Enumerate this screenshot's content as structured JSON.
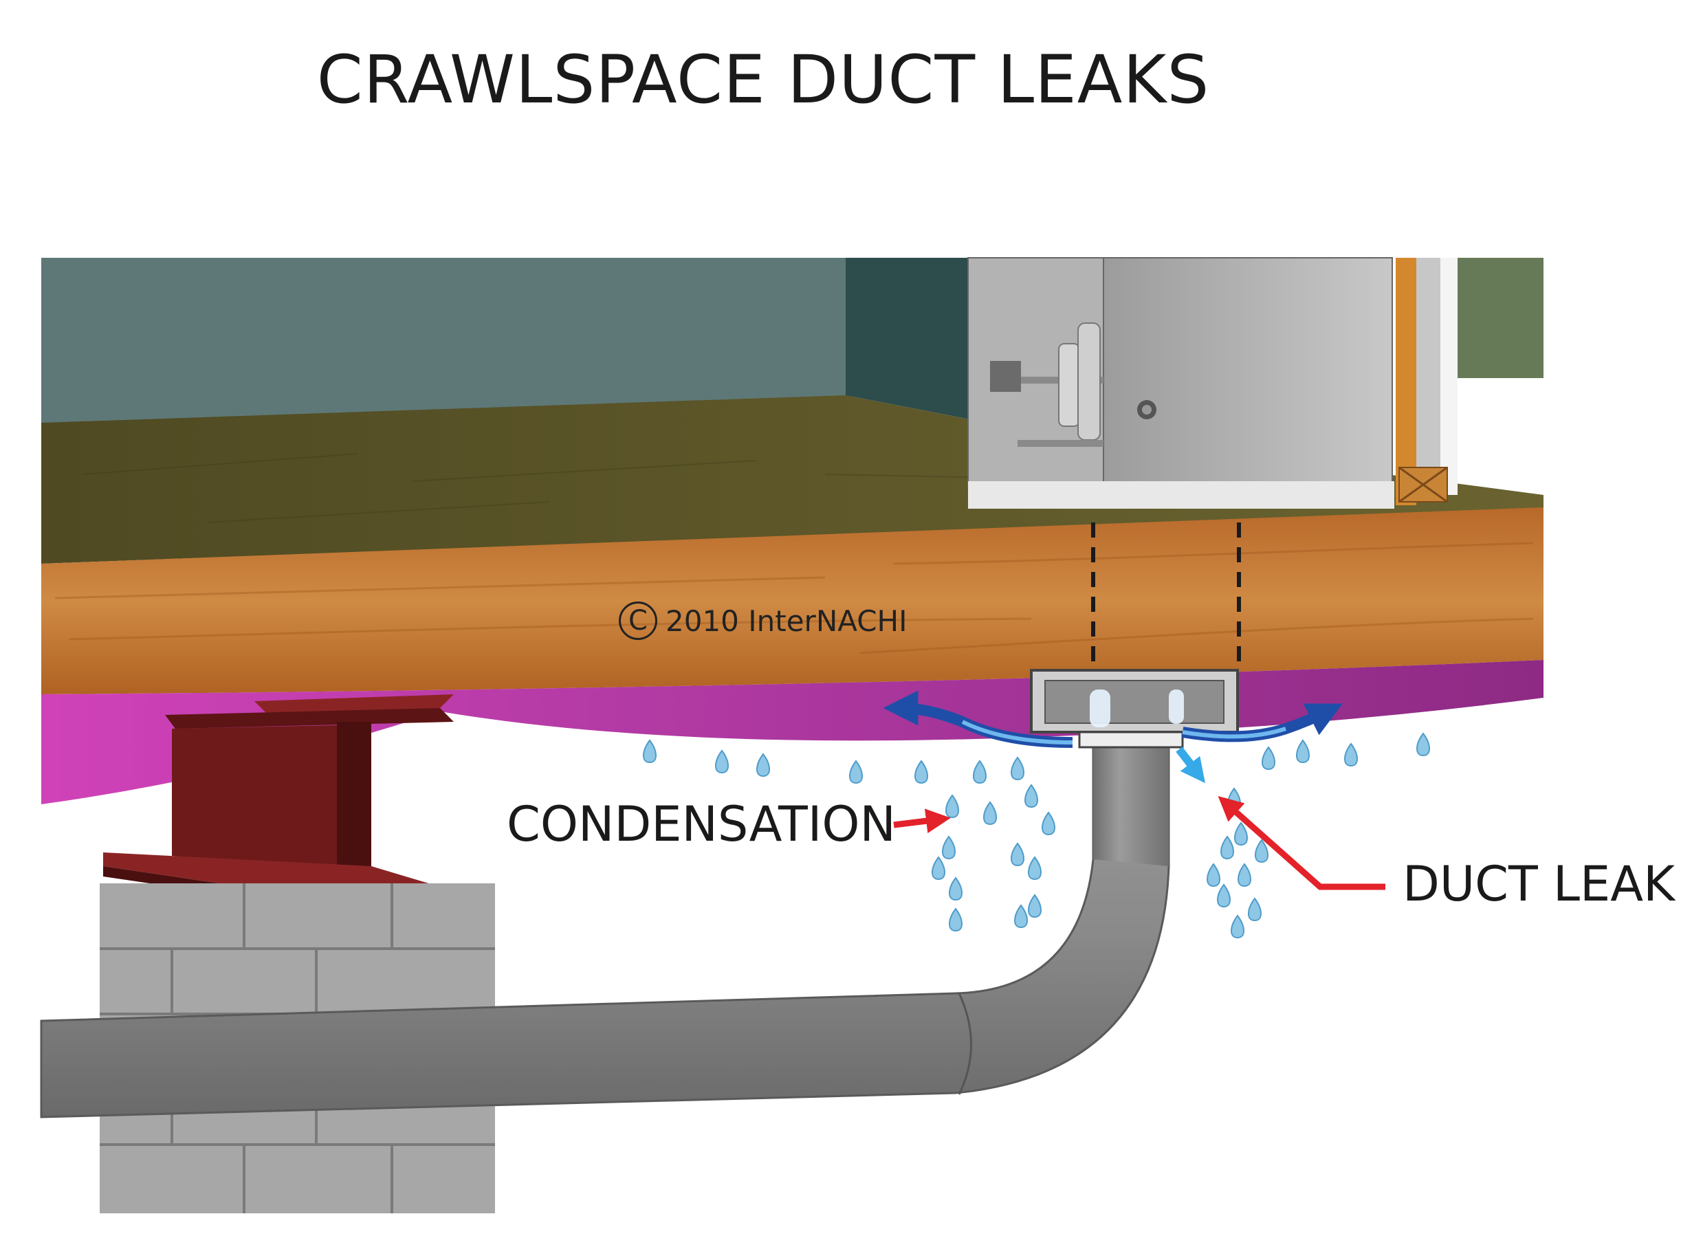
{
  "title": "CRAWLSPACE DUCT LEAKS",
  "labels": {
    "condensation": "CONDENSATION",
    "duct_leak": "DUCT LEAK"
  },
  "copyright": {
    "symbol": "C",
    "text": "2010  InterNACHI"
  },
  "colors": {
    "wall_teal": "#5e7878",
    "wall_dark": "#2d4c4c",
    "subfloor": "#5a5a2a",
    "joist_wood": "#c0722e",
    "vapor_barrier": "#a4329a",
    "steel_beam": "#6e1a1a",
    "block_pier": "#a7a7a7",
    "duct_gray": "#8a8a8a",
    "air_arrow": "#1f4ea8",
    "droplet": "#8fc7e6",
    "callout_red": "#e3222a"
  }
}
